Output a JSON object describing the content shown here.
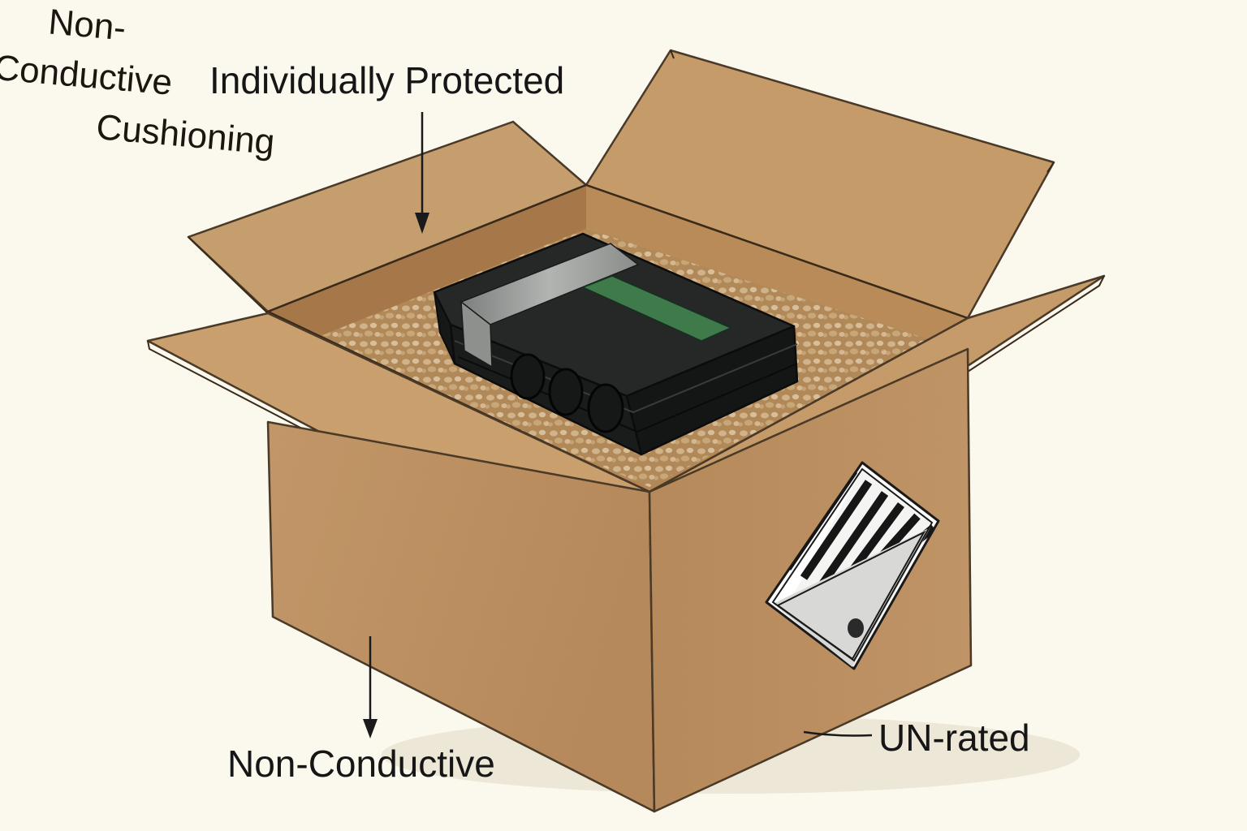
{
  "labels": {
    "individually_protected": "Individually Protected",
    "box_text_line1": "Non-",
    "box_text_line2": "Conductive",
    "box_text_line3": "Cushioning",
    "non_conductive": "Non-Conductive",
    "un_rated": "UN-rated"
  },
  "colors": {
    "background": "#fbf8ee",
    "cardboard": "#c79a66",
    "cardboard_dark": "#a8784a",
    "cushioning": "#c9a77a",
    "device_body": "#1d1f1e",
    "device_stripe_gray": "#9a9c9a",
    "device_stripe_green": "#3f7a4a",
    "hazard_label": "#d8d8d6"
  },
  "icons": {
    "device": "battery-pack-icon",
    "hazard": "class-9-hazard-diamond-icon"
  }
}
